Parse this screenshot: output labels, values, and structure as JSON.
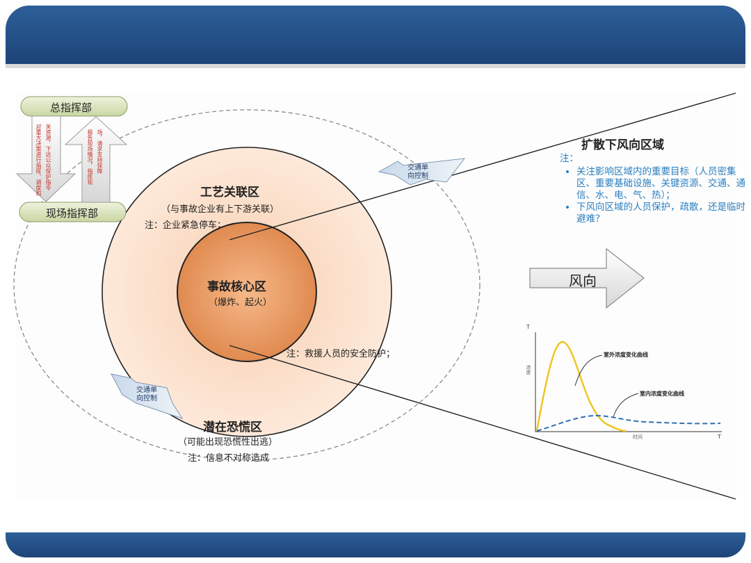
{
  "command": {
    "top": "总指挥部",
    "bottom": "现场指挥部",
    "down_text_1": "对重大决策进行指挥、调度和",
    "down_text_2": "关资源，下达公众保护指令",
    "up_text_1": "报告现场情况，指挥现",
    "up_text_2": "场，请求支持保障"
  },
  "zones": {
    "core_title": "事故核心区",
    "core_sub": "（爆炸、起火）",
    "process_title": "工艺关联区",
    "process_sub": "（与事故企业有上下游关联）",
    "process_note": "注：企业紧急停车；",
    "rescue_note": "注：救援人员的安全防护；",
    "panic_title": "潜在恐慌区",
    "panic_sub": "（可能出现恐慌性出逃）",
    "panic_note": "注：信息不对称造成"
  },
  "traffic": {
    "label_upper_1": "交通单",
    "label_upper_2": "向控制",
    "label_lower_1": "交通单",
    "label_lower_2": "向控制"
  },
  "downwind": {
    "title": "扩散下风向区域",
    "note_label": "注：",
    "bullets": [
      "关注影响区域内的重要目标（人员密集区、重要基础设施、关键资源、交通、通信、水、电、气、热）；",
      "下风向区域的人员保护，疏散，还是临时避难？"
    ]
  },
  "wind": {
    "label": "风向"
  },
  "curve_chart": {
    "y_axis": "T",
    "x_axis": "T",
    "y_label": "浓度",
    "x_label": "时间",
    "series_outdoor": "室外浓度变化曲线",
    "series_indoor": "室内浓度变化曲线",
    "outdoor_color": "#f0c419",
    "indoor_color": "#2f6fb0"
  },
  "colors": {
    "band": "#1d4478",
    "note_blue": "#2a7fc0",
    "core": "#e8925a",
    "process": "#fbe2cf"
  }
}
